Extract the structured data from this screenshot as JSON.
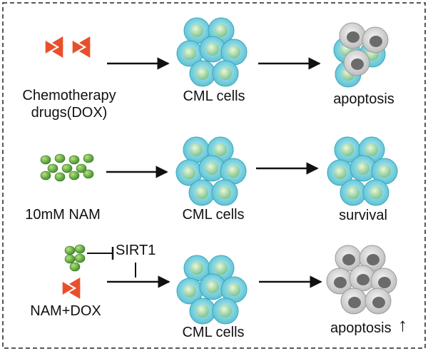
{
  "colors": {
    "border": "#222222",
    "cell_fill": "#7fd3e0",
    "cell_edge": "#3aa7bd",
    "nucleus_light": "#e8f7dc",
    "nucleus_dark": "#7fc48f",
    "dead_fill": "#d8d8d8",
    "dead_nucleus": "#6b6b6b",
    "drug_triangle": "#e8502c",
    "nam_sphere": "#3d8f2a",
    "arrow": "#111111"
  },
  "rows": [
    {
      "input_icon": "chemotherapy-triangles-icon",
      "input_label_lines": [
        "Chemotherapy",
        "drugs(DOX)"
      ],
      "cells_label": "CML cells",
      "outcome_label": "apoptosis"
    },
    {
      "input_icon": "nam-spheres-icon",
      "input_label": "10mM NAM",
      "cells_label": "CML cells",
      "outcome_label": "survival"
    },
    {
      "input_icon": "nam-and-dox-icon",
      "input_label": "NAM+DOX",
      "inhibition_target": "SIRT1",
      "cells_label": "CML cells",
      "outcome_label": "apoptosis",
      "outcome_indicator": "↑"
    }
  ]
}
